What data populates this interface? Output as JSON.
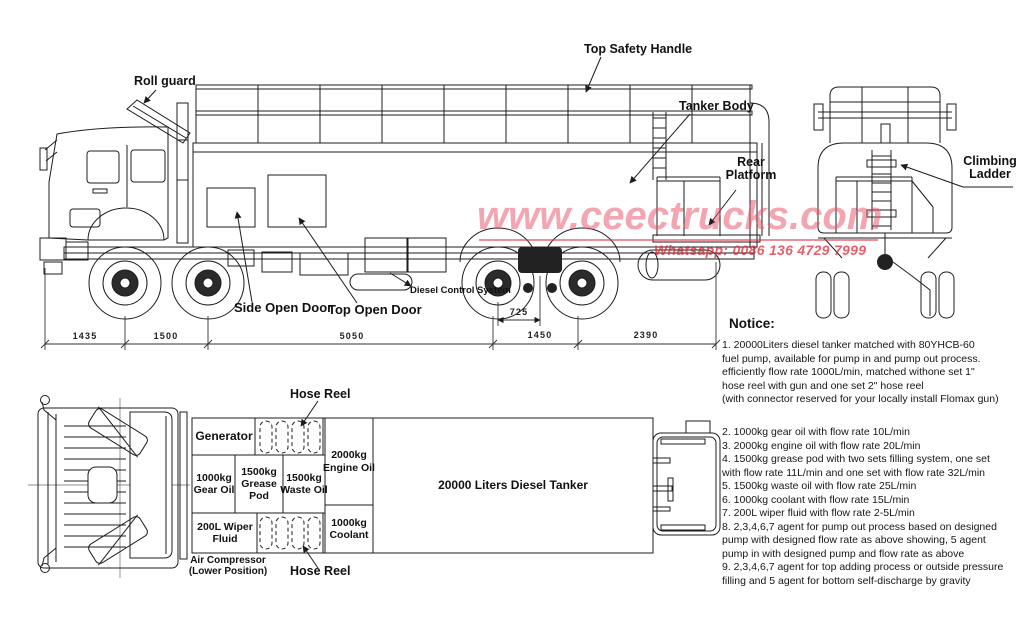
{
  "watermark": {
    "site": "www.ceectrucks.com",
    "whatsapp": "Whatsapp: 0086 136 4729 7999",
    "site_color": "#e65569",
    "accent_color": "#de2a3a"
  },
  "side_view": {
    "labels": {
      "roll_guard": "Roll guard",
      "top_safety_handle": "Top Safety Handle",
      "tanker_body": "Tanker Body",
      "rear_platform": "Rear Platform",
      "side_open_door": "Side Open Door",
      "top_open_door": "Top Open Door",
      "diesel_control_system": "Diesel Control System"
    },
    "dimensions": {
      "front_overhang": "1435",
      "front_axle_spread": "1500",
      "wheelbase": "5050",
      "rear_axle_spread": "1450",
      "rear_overhang": "2390",
      "tandem_half": "725"
    }
  },
  "rear_view": {
    "labels": {
      "climbing_ladder": "Climbing Ladder"
    }
  },
  "top_view": {
    "labels": {
      "hose_reel_top": "Hose Reel",
      "hose_reel_bottom": "Hose Reel",
      "air_compressor": "Air Compressor (Lower Position)",
      "tanker": "20000 Liters Diesel Tanker"
    },
    "compartments": {
      "generator": "Generator",
      "engine_oil": "2000kg Engine Oil",
      "gear_oil": "1000kg Gear Oil",
      "grease_pod": "1500kg Grease Pod",
      "waste_oil": "1500kg Waste Oil",
      "wiper_fluid": "200L Wiper Fluid",
      "coolant": "1000kg Coolant"
    }
  },
  "notice": {
    "title": "Notice:",
    "lines": [
      "1. 20000Liters diesel tanker matched with 80YHCB-60",
      "fuel pump, available for pump in and pump out process.",
      "efficiently flow rate 1000L/min, matched withone set 1\"",
      "hose reel with gun and one set 2\" hose reel",
      "(with connector reserved for your locally install Flomax gun)",
      "2. 1000kg gear oil with flow rate 10L/min",
      "3. 2000kg engine oil with flow rate 20L/min",
      "4. 1500kg grease pod with two sets filling system, one set",
      "with flow rate 11L/min and one set with flow rate 32L/min",
      "5. 1500kg waste oil with flow rate 25L/min",
      "6. 1000kg coolant with flow rate 15L/min",
      "7. 200L wiper fluid with flow rate 2-5L/min",
      "8. 2,3,4,6,7 agent for pump out process based on designed",
      "pump with designed flow rate as above showing, 5 agent",
      "pump in with designed pump and flow rate as above",
      "9. 2,3,4,6,7 agent for top adding process or outside pressure",
      "filling and 5 agent for bottom self-discharge by gravity"
    ]
  }
}
